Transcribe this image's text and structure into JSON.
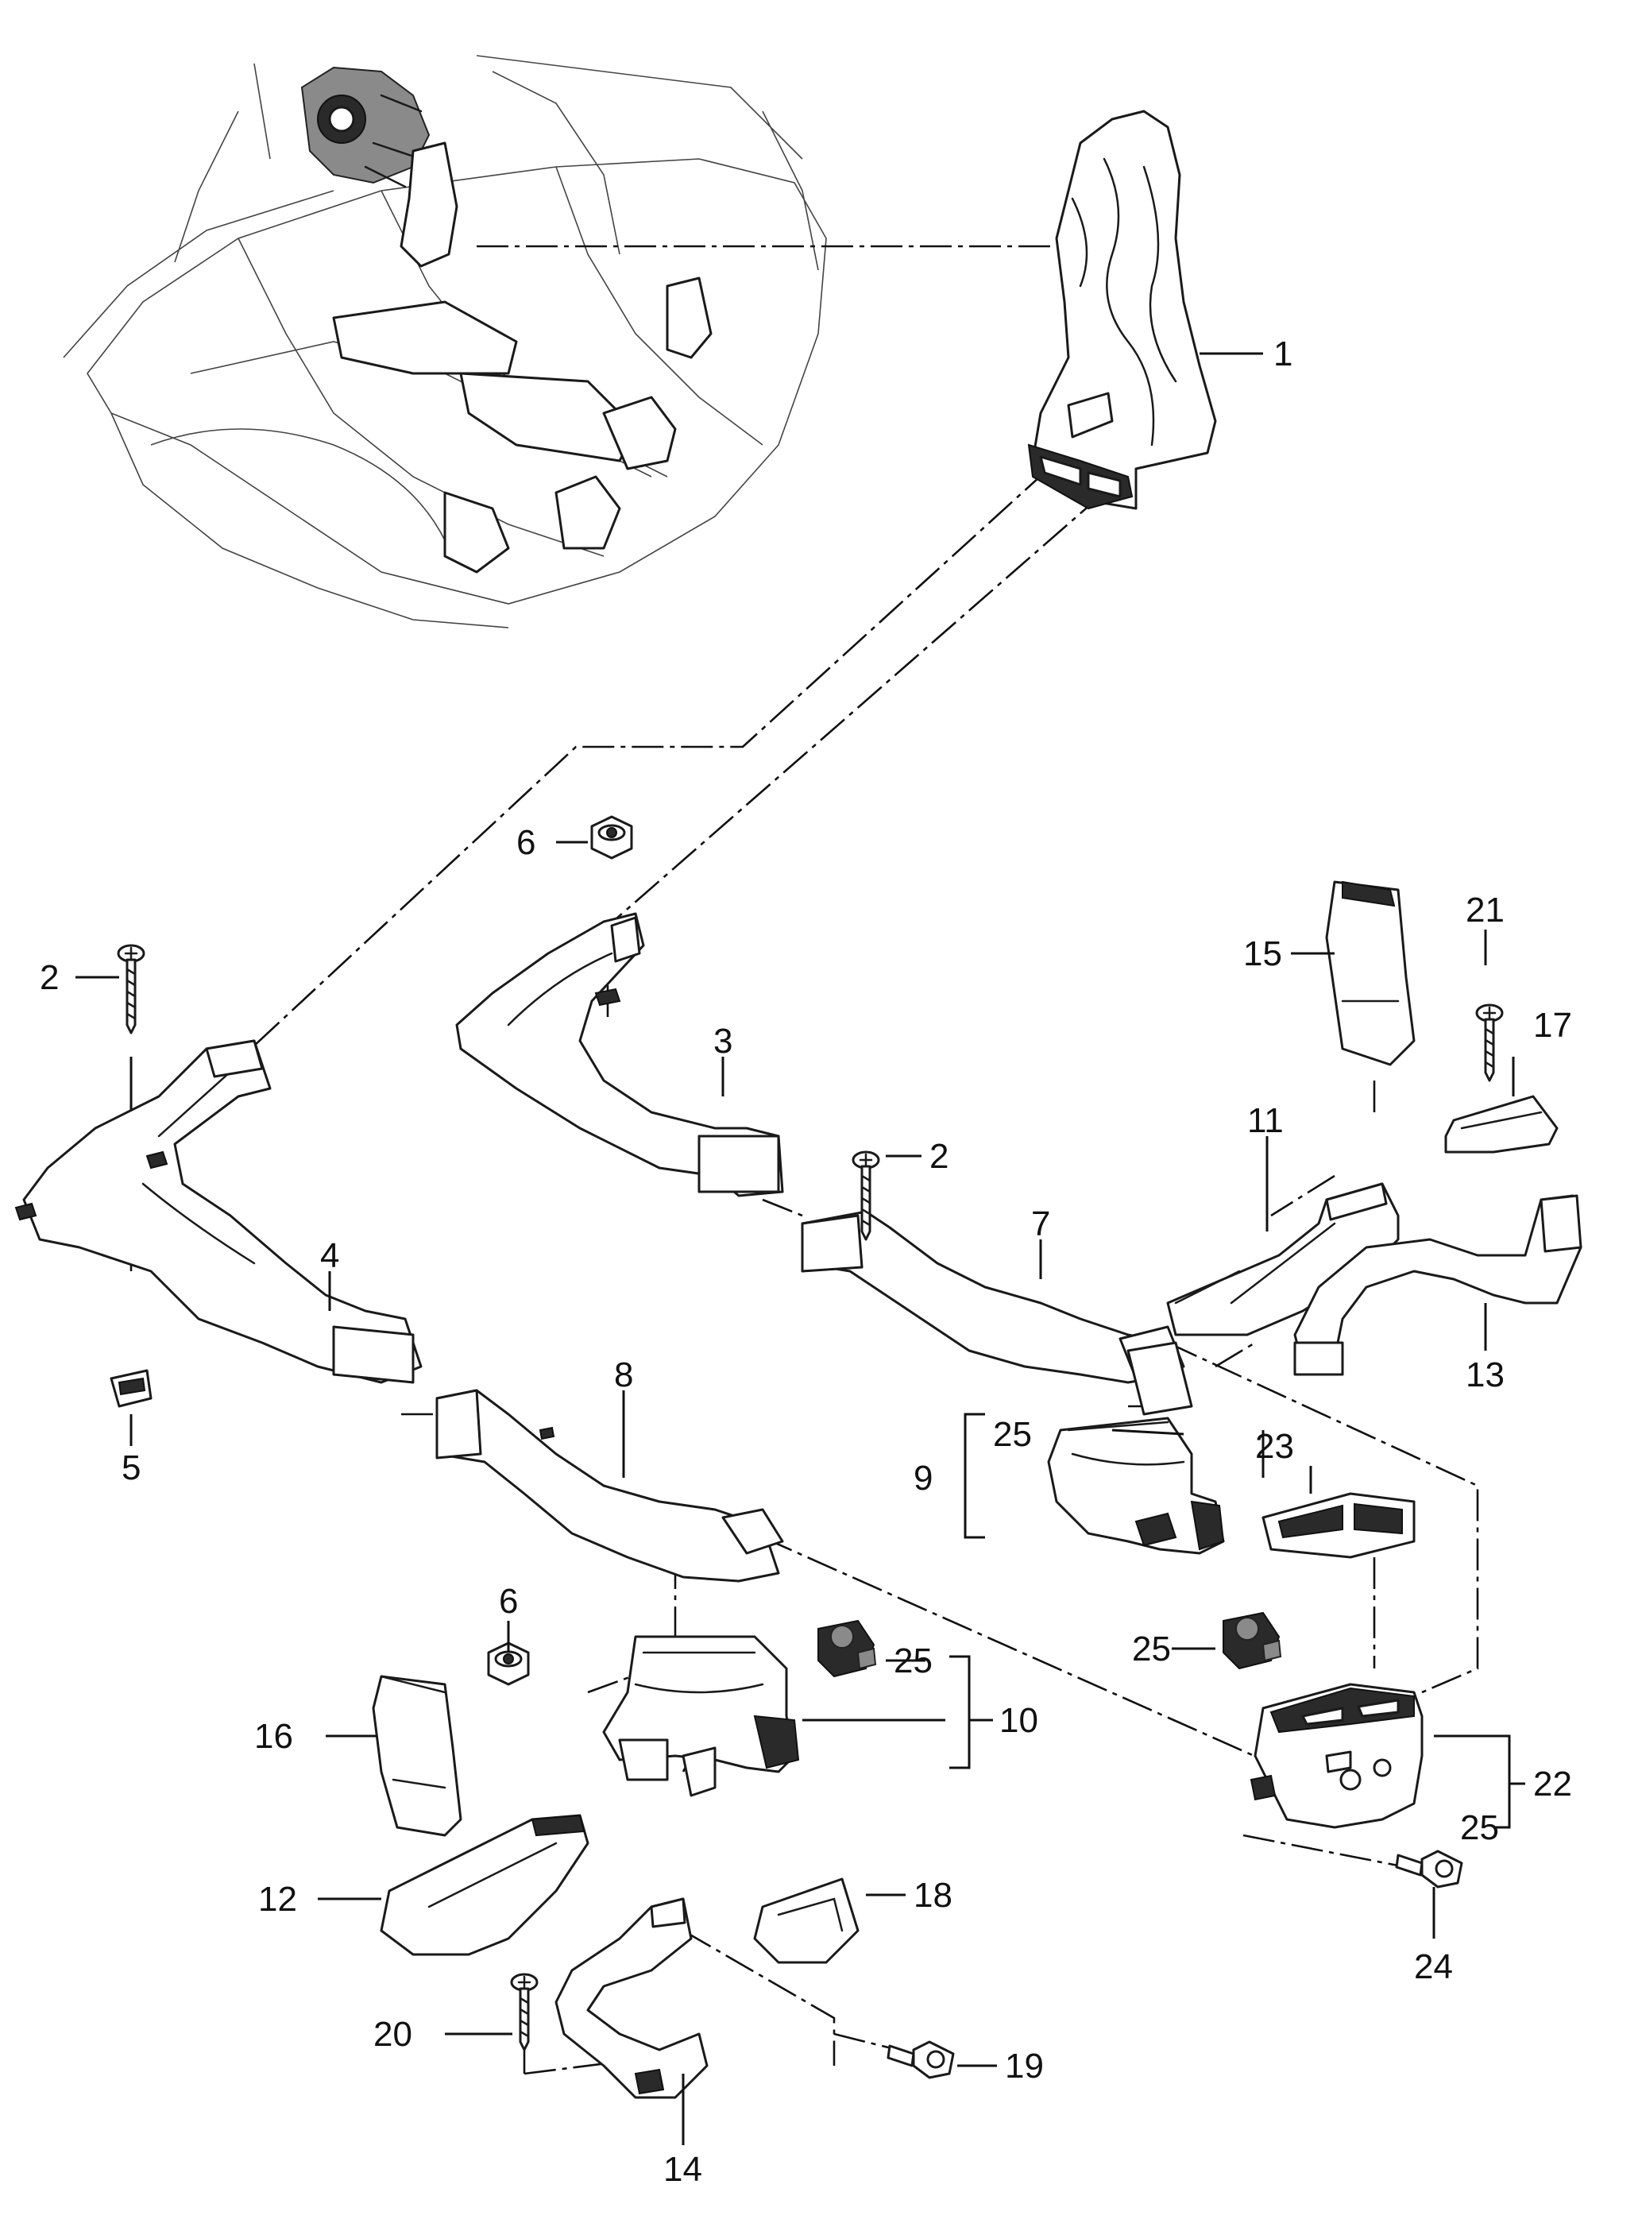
{
  "diagram": {
    "type": "exploded-parts-diagram",
    "callouts": {
      "p1": "1",
      "p2a": "2",
      "p2b": "2",
      "p3": "3",
      "p4": "4",
      "p5": "5",
      "p6a": "6",
      "p6b": "6",
      "p7": "7",
      "p8": "8",
      "p9": "9",
      "p10": "10",
      "p11": "11",
      "p12": "12",
      "p13": "13",
      "p14": "14",
      "p15": "15",
      "p16": "16",
      "p17": "17",
      "p18": "18",
      "p19": "19",
      "p20": "20",
      "p21": "21",
      "p22": "22",
      "p23": "23",
      "p24": "24",
      "p25a": "25",
      "p25b": "25",
      "p25c": "25",
      "p25d": "25"
    }
  }
}
